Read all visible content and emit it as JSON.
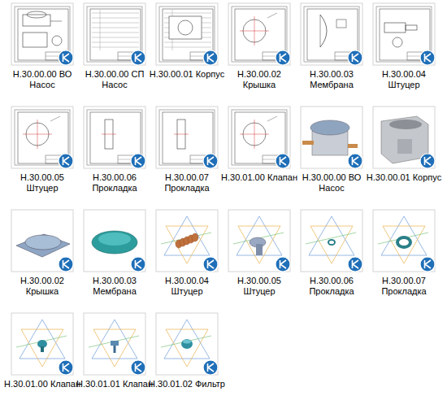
{
  "diagram": {
    "labels": [
      "Н.30.00.00 ВО Насос",
      "Н.30.00.00 СП Насос",
      "Н.30.00.01 Корпус",
      "Н.30.00.02 Крышка",
      "Н.30.00.03 Мембрана",
      "Н.30.00.04 Штуцер",
      "Н.30.00.05 Штуцер",
      "Н.30.00.06 Прокладка",
      "Н.30.00.07 Прокладка",
      "Н.30.01.00 Клапан",
      "Н.30.00.00 ВО Насос",
      "Н.30.00.01 Корпус",
      "Н.30.00.02 Крышка",
      "Н.30.00.03 Мембрана",
      "Н.30.00.04 Штуцер",
      "Н.30.00.05 Штуцер",
      "Н.30.00.06 Прокладка",
      "Н.30.00.07 Прокладка",
      "Н.30.01.00 Клапан",
      "Н.30.01.01 Клапан",
      "Н.30.01.02 Фильтр"
    ]
  }
}
